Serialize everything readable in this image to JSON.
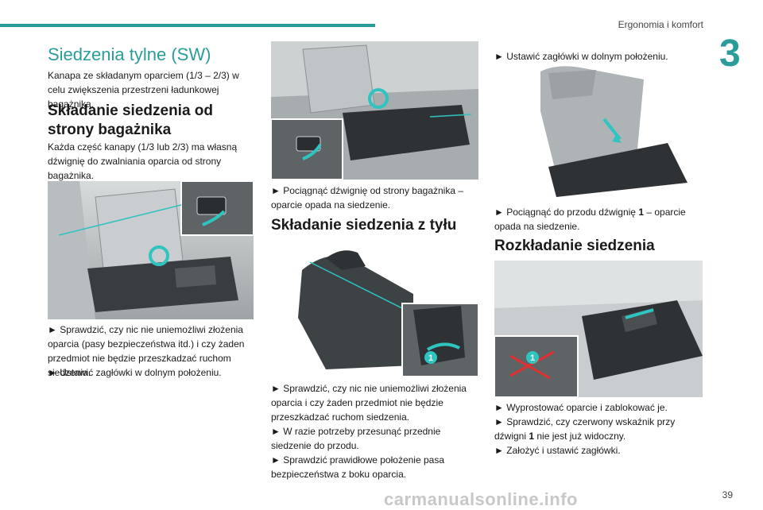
{
  "header": {
    "section": "Ergonomia i komfort",
    "chapter_number": "3"
  },
  "footer": {
    "page_number": "39",
    "watermark": "carmanualsonline.info"
  },
  "left": {
    "title": "Siedzenia tylne (SW)",
    "intro": "Kanapa ze składanym oparciem (1/3 – 2/3) w celu zwiększenia przestrzeni ładunkowej bagażnika.",
    "heading": "Składanie siedzenia od strony bagażnika",
    "body": "Każda część kanapy (1/3 lub 2/3) ma własną dźwignię do zwalniania oparcia od strony bagażnika.",
    "step1": "► Sprawdzić, czy nic nie uniemożliwi złożenia oparcia (pasy bezpieczeństwa itd.) i czy żaden przedmiot nie będzie przeszkadzać ruchom siedzenia.",
    "step2": "► Ustawić zagłówki w dolnym położeniu."
  },
  "middle": {
    "step1": "► Pociągnąć dźwignię od strony bagażnika – oparcie opada na siedzenie.",
    "heading": "Składanie siedzenia z tyłu",
    "callout": "1",
    "step2": "► Sprawdzić, czy nic nie uniemożliwi złożenia oparcia i czy żaden przedmiot nie będzie przeszkadzać ruchom siedzenia.",
    "step3": "► W razie potrzeby przesunąć przednie siedzenie do przodu.",
    "step4": "► Sprawdzić prawidłowe położenie pasa bezpieczeństwa z boku oparcia."
  },
  "right": {
    "step1": "► Ustawić zagłówki w dolnym położeniu.",
    "step2_prefix": "► Pociągnąć do przodu dźwignię ",
    "step2_bold": "1",
    "step2_suffix": " – oparcie opada na siedzenie.",
    "heading": "Rozkładanie siedzenia",
    "callout": "1",
    "step3": "► Wyprostować oparcie i zablokować je.",
    "step4_prefix": "► Sprawdzić, czy czerwony wskaźnik przy dźwigni ",
    "step4_bold": "1",
    "step4_suffix": " nie jest już widoczny.",
    "step5": "► Założyć i ustawić zagłówki."
  },
  "colors": {
    "accent": "#2a9d9a",
    "callout": "#2ec4c0",
    "warning": "#e03030"
  }
}
